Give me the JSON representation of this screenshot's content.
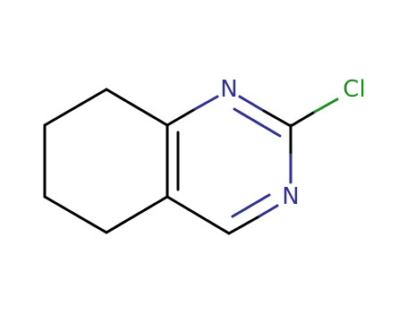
{
  "structure": {
    "atoms": [
      {
        "id": "N1",
        "label": "N",
        "color": "#303090"
      },
      {
        "id": "N3",
        "label": "N",
        "color": "#303090"
      },
      {
        "id": "Cl",
        "label": "Cl",
        "color": "#1f8f1f"
      }
    ],
    "colors": {
      "bond": "#000000",
      "nitrogen": "#303090",
      "chlorine": "#1f8f1f"
    }
  }
}
